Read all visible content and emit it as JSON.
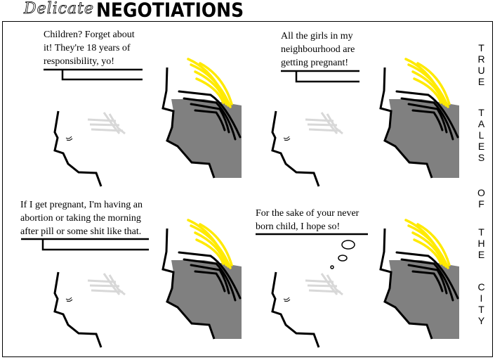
{
  "title": {
    "script": "Delicate",
    "main": "NEGOTIATIONS"
  },
  "panels": [
    {
      "speech": "Children? Forget about\nit! They're 18 years of\nresponsibility, yo!"
    },
    {
      "speech": "All the girls in my\nneighbourhood are\ngetting pregnant!"
    },
    {
      "speech": "If I get pregnant, I'm having an\nabortion or taking the morning\nafter pill or some shit like that."
    },
    {
      "speech": "For the sake of your never\nborn child, I hope so!"
    }
  ],
  "side_title": [
    "TRUE",
    "TALES",
    "OF",
    "THE",
    "CITY"
  ],
  "colors": {
    "hair": "#ffea00",
    "head": "#808080",
    "ghost": "#d8d8d8"
  }
}
